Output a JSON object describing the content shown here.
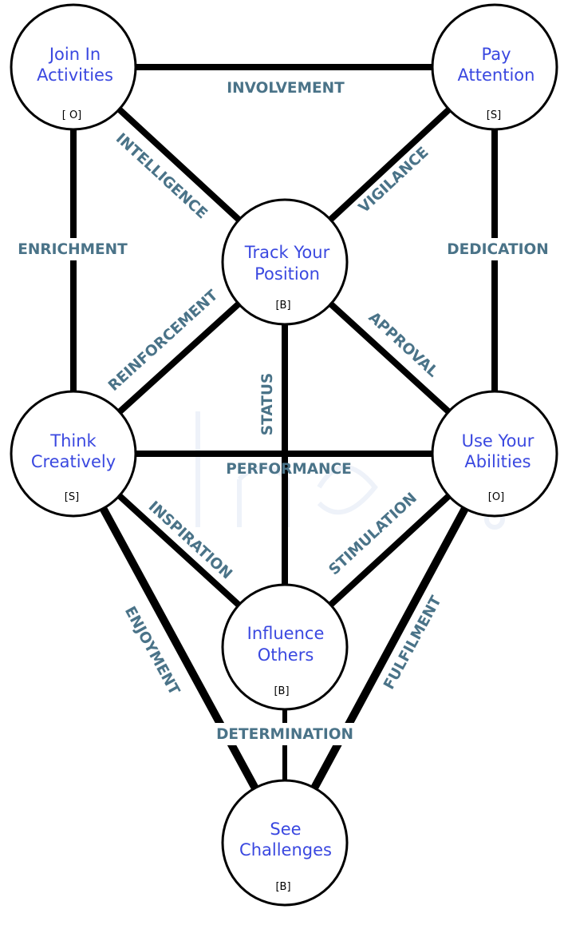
{
  "colors": {
    "node_label": "#3a48e0",
    "edge_label": "#4a7388",
    "line": "#000000",
    "background": "#ffffff"
  },
  "nodes": {
    "join": {
      "line1": "Join In",
      "line2": "Activities",
      "code": "[ O]"
    },
    "pay": {
      "line1": "Pay",
      "line2": "Attention",
      "code": "[S]"
    },
    "track": {
      "line1": "Track Your",
      "line2": "Position",
      "code": "[B]"
    },
    "think": {
      "line1": "Think",
      "line2": "Creatively",
      "code": "[S]"
    },
    "use": {
      "line1": "Use Your",
      "line2": "Abilities",
      "code": "[O]"
    },
    "influence": {
      "line1": "Influence",
      "line2": "Others",
      "code": "[B]"
    },
    "see": {
      "line1": "See",
      "line2": "Challenges",
      "code": "[B]"
    }
  },
  "edges": {
    "involvement": "INVOLVEMENT",
    "intelligence": "INTELLIGENCE",
    "vigilance": "VIGILANCE",
    "enrichment": "ENRICHMENT",
    "dedication": "DEDICATION",
    "reinforcement": "REINFORCEMENT",
    "approval": "APPROVAL",
    "status": "STATUS",
    "performance": "PERFORMANCE",
    "inspiration": "INSPIRATION",
    "stimulation": "STIMULATION",
    "enjoyment": "ENJOYMENT",
    "fulfilment": "FULFILMENT",
    "determination": "DETERMINATION"
  }
}
